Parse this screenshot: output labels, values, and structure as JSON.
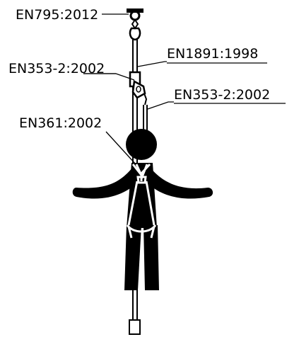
{
  "diagram": {
    "colors": {
      "ink": "#000000",
      "background": "#ffffff"
    },
    "labels": {
      "anchor": "EN795:2012",
      "rope": "EN1891:1998",
      "slider": "EN353-2:2002",
      "guided_type": "EN353-2:2002",
      "harness": "EN361:2002"
    }
  }
}
